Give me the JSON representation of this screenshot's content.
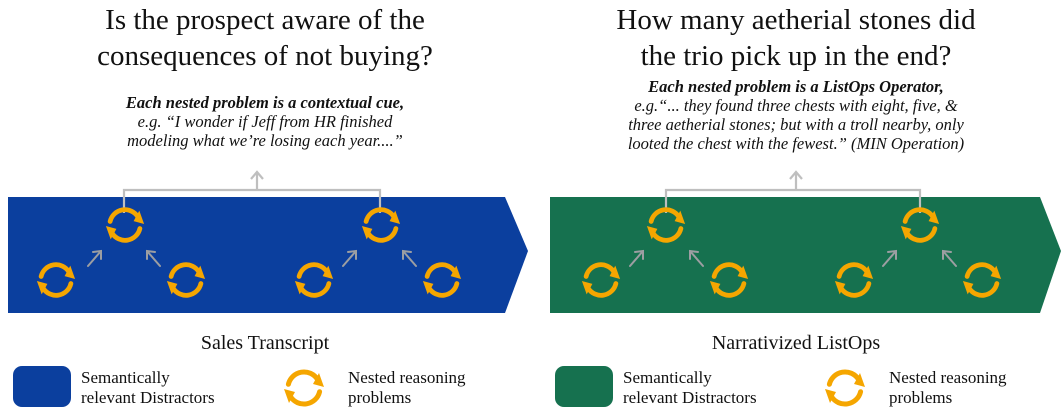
{
  "colors": {
    "blue": "#0b3f9e",
    "green": "#16714f",
    "cycle": "#f5a600",
    "arrow": "#9c9ea2",
    "connector": "#bfbfbf"
  },
  "icons": {
    "cycle": "circular-refresh-arrows-icon",
    "arrow": "up-arrow-icon"
  },
  "left_panel": {
    "question": [
      "Is the prospect aware of the",
      "consequences of not buying?"
    ],
    "note_heading": "Each nested problem is a contextual cue,",
    "note_body": [
      "e.g. “I wonder if Jeff from HR finished",
      "modeling what we’re losing each year....”"
    ],
    "caption": "Sales Transcript",
    "legend_swatch_label": [
      "Semantically",
      "relevant Distractors"
    ],
    "legend_icon_label": [
      "Nested reasoning",
      "problems"
    ]
  },
  "right_panel": {
    "question": [
      "How many aetherial stones did",
      "the trio pick up in the end?"
    ],
    "note_heading": "Each nested problem is a ListOps Operator,",
    "note_body": [
      "e.g.“... they found three chests with eight, five, &",
      "three aetherial stones; but with a troll nearby, only",
      "looted the chest with the fewest.” (MIN Operation)"
    ],
    "caption": "Narrativized ListOps",
    "legend_swatch_label": [
      "Semantically",
      "relevant Distractors"
    ],
    "legend_icon_label": [
      "Nested reasoning",
      "problems"
    ]
  }
}
